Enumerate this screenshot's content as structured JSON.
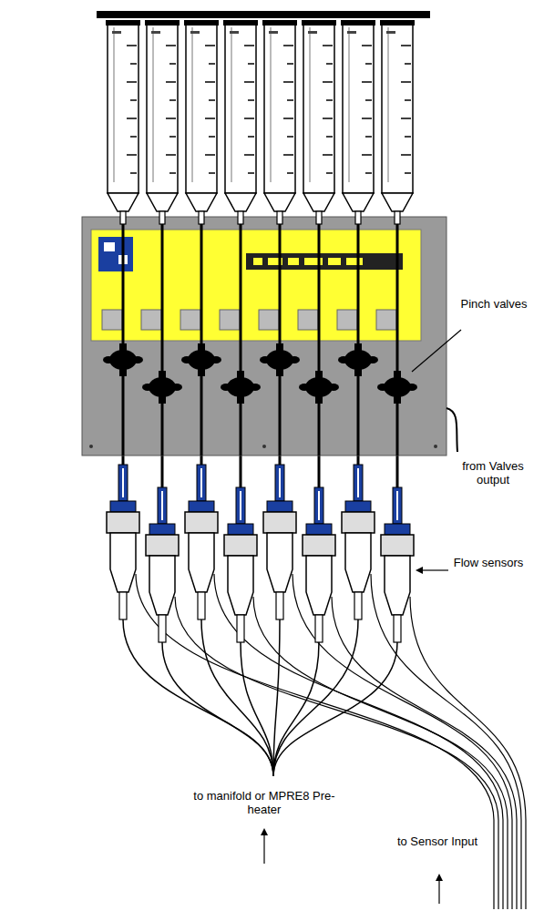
{
  "diagram": {
    "labels": [
      "Pinch valves",
      "from Valves output",
      "Flow sensors",
      "to manifold or MPRE8 Pre-heater",
      "to Sensor Input"
    ]
  }
}
